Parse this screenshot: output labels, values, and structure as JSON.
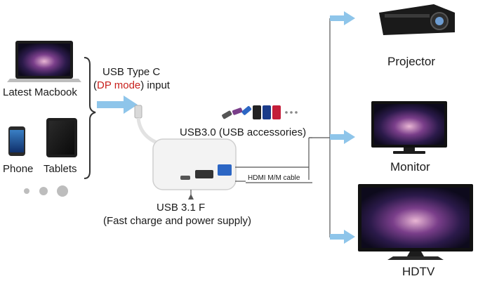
{
  "devices": {
    "macbook": "Latest Macbook",
    "phone": "Phone",
    "tablets": "Tablets"
  },
  "usb_c": {
    "line1": "USB Type C",
    "paren_open": "(",
    "mode": "DP mode",
    "line2_rest": ") input"
  },
  "usb3_label": "USB3.0 (USB accessories)",
  "hdmi_label": "HDMI M/M cable",
  "usb31": {
    "line1": "USB 3.1 F",
    "line2": "(Fast charge and power supply)"
  },
  "outputs": {
    "projector": "Projector",
    "monitor": "Monitor",
    "hdtv": "HDTV"
  },
  "colors": {
    "arrow": "#8ec5ea",
    "mode_text": "#c8201c",
    "line": "#555555"
  }
}
